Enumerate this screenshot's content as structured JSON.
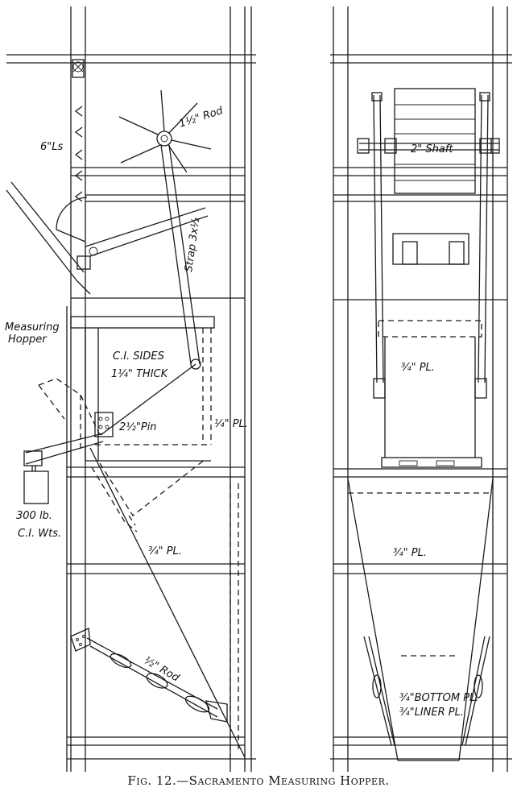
{
  "labels": {
    "angles": "6\"Ls",
    "rod_top": "1½\" Rod",
    "strap": "Strap 3x½",
    "measuring_hopper": "Measuring\nHopper",
    "ci_sides_1": "C.I. SIDES",
    "ci_sides_2": "1¼\" THICK",
    "pin": "2½\"Pin",
    "quarter_pl": "¼\" PL.",
    "weights_1": "300 lb.",
    "weights_2": "C.I. Wts.",
    "left_lower_pl": "¾\" PL.",
    "rod_lower": "½\" Rod",
    "shaft": "2\" Shaft",
    "right_upper_pl": "¾\" PL.",
    "right_lower_pl": "¾\" PL.",
    "bottom_pl": "¾\"BOTTOM PL.",
    "liner_pl": "¾\"LINER PL."
  },
  "caption": "Fig. 12.—Sacramento Measuring Hopper."
}
